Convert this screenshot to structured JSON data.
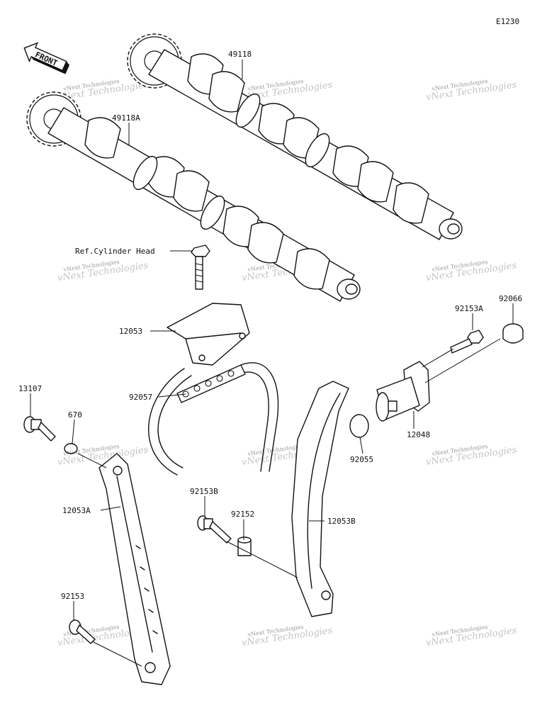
{
  "diagram_code": "E1230",
  "front_arrow": "FRONT",
  "reference_label": "Ref.Cylinder Head",
  "watermark": {
    "line1": "vNext Technologies",
    "line2": "vNext Technologies"
  },
  "parts": [
    {
      "id": "p49118",
      "number": "49118"
    },
    {
      "id": "p49118A",
      "number": "49118A"
    },
    {
      "id": "p12053",
      "number": "12053"
    },
    {
      "id": "p92057",
      "number": "92057"
    },
    {
      "id": "p13107",
      "number": "13107"
    },
    {
      "id": "p670",
      "number": "670"
    },
    {
      "id": "p12053A",
      "number": "12053A"
    },
    {
      "id": "p92153",
      "number": "92153"
    },
    {
      "id": "p92153B",
      "number": "92153B"
    },
    {
      "id": "p92152",
      "number": "92152"
    },
    {
      "id": "p12053B",
      "number": "12053B"
    },
    {
      "id": "p92153A",
      "number": "92153A"
    },
    {
      "id": "p92066",
      "number": "92066"
    },
    {
      "id": "p12048",
      "number": "12048"
    },
    {
      "id": "p92055",
      "number": "92055"
    }
  ]
}
